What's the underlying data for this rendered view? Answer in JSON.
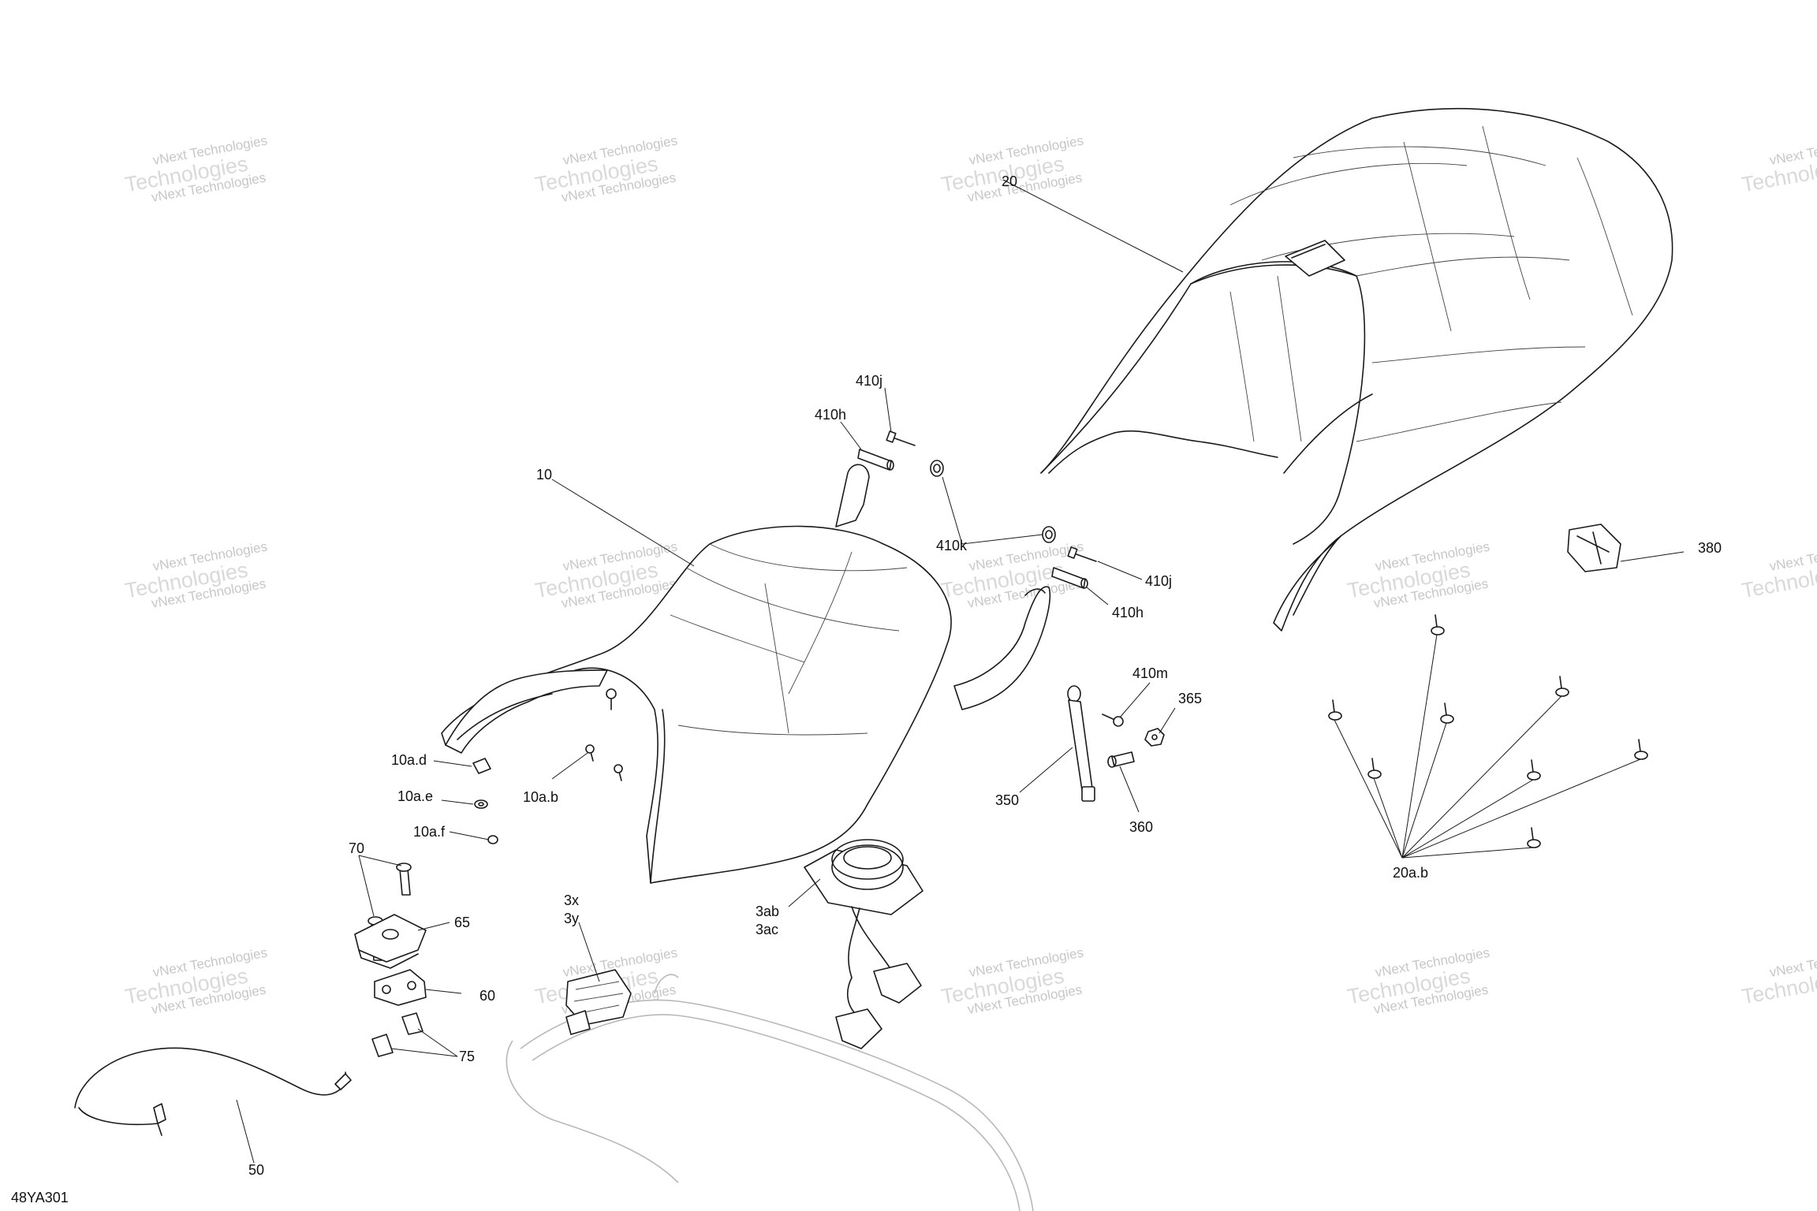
{
  "diagram_code": "48YA301",
  "watermark": {
    "line1": "vNext Technologies",
    "line2": "Technologies",
    "line3": "vNext Technologies"
  },
  "callouts": {
    "c20": "20",
    "c410j_top": "410j",
    "c410h_top": "410h",
    "c10": "10",
    "c410k": "410k",
    "c410j_mid": "410j",
    "c410h_mid": "410h",
    "c380": "380",
    "c410m": "410m",
    "c365": "365",
    "c350": "350",
    "c360": "360",
    "c10ad": "10a.d",
    "c10ae": "10a.e",
    "c10ab": "10a.b",
    "c10af": "10a.f",
    "c70": "70",
    "c65": "65",
    "c60": "60",
    "c75": "75",
    "c50": "50",
    "c3x": "3x",
    "c3y": "3y",
    "c3ab": "3ab",
    "c3ac": "3ac",
    "c20ab": "20a.b"
  }
}
